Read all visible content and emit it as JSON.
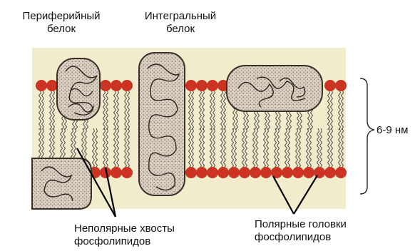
{
  "labels": {
    "peripheral_protein": {
      "line1": "Периферийный",
      "line2": "белок"
    },
    "integral_protein": {
      "line1": "Интегральный",
      "line2": "белок"
    },
    "thickness": "6-9 нм",
    "nonpolar_tails": {
      "line1": "Неполярные хвосты",
      "line2": "фосфолипидов"
    },
    "polar_heads": {
      "line1": "Полярные головки",
      "line2": "фосфолипидов"
    }
  },
  "colors": {
    "background_band": "#f1eccb",
    "lipid_head": "#cc3322",
    "tail": "#3a3a3a",
    "protein_fill": "#d9cfc0",
    "protein_outline": "#3a2e28"
  }
}
